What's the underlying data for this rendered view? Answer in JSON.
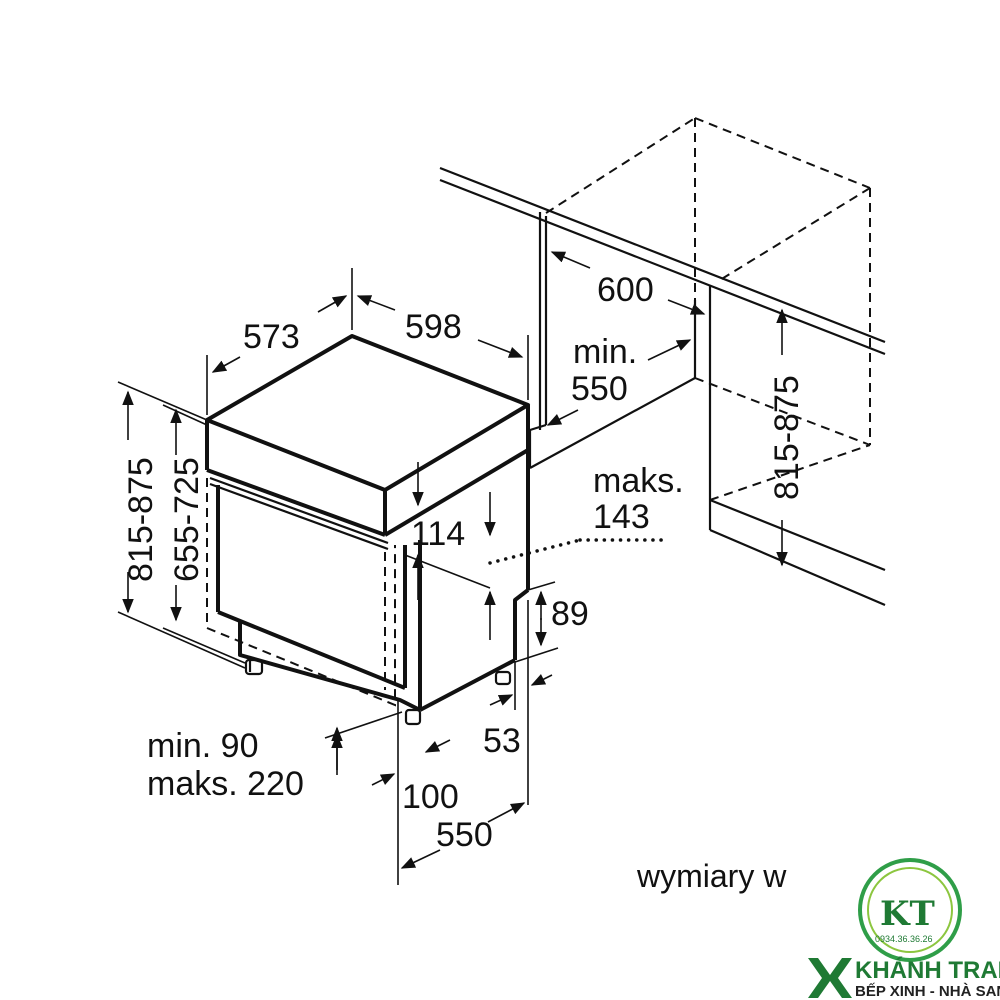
{
  "dimensions": {
    "d573": "573",
    "d598": "598",
    "d600": "600",
    "niche_width_line1": "min.",
    "niche_width_line2": "550",
    "height_outer": "815-875",
    "height_inner": "655-725",
    "niche_height": "815-875",
    "toe_gap_line1": "maks.",
    "toe_gap_line2": "143",
    "d114": "114",
    "d89": "89",
    "d53": "53",
    "plinth_line1": "min. 90",
    "plinth_line2": "maks. 220",
    "d100": "100",
    "d550": "550"
  },
  "footer_note": "wymiary w",
  "logo": {
    "brand": "KHÁNH TRANG HOME",
    "tagline": "BẾP XINH - NHÀ SANG",
    "phone": "0934.36.36.26",
    "monogram": "KT"
  }
}
